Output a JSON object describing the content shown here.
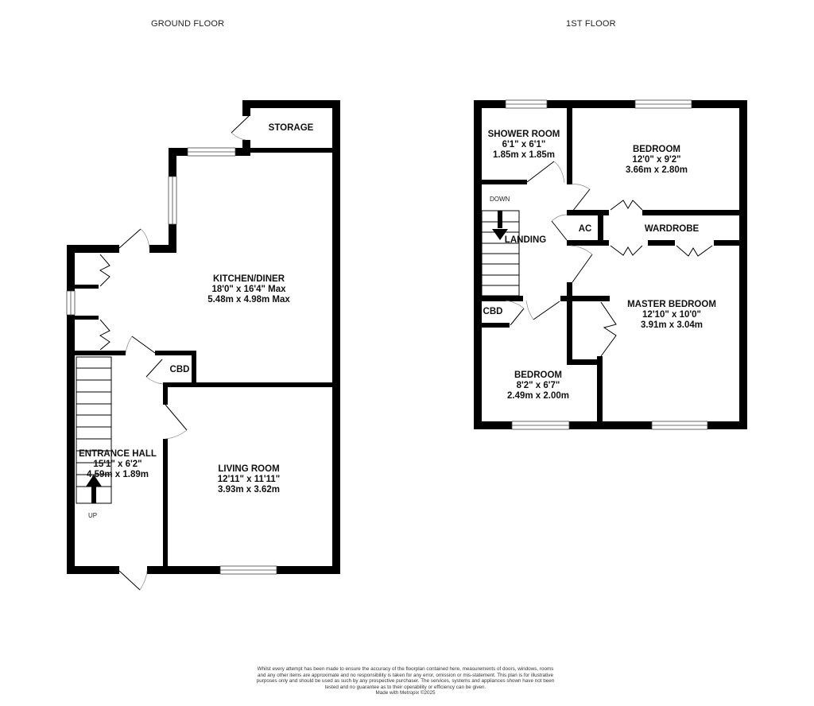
{
  "floors": {
    "ground": {
      "title": "GROUND FLOOR",
      "rooms": {
        "storage": {
          "name": "STORAGE"
        },
        "kitchen": {
          "name": "KITCHEN/DINER",
          "imperial": "18'0\"  x 16'4\" Max",
          "metric": "5.48m  x 4.98m Max"
        },
        "cbd": {
          "name": "CBD"
        },
        "entrance_hall": {
          "name": "ENTRANCE HALL",
          "imperial": "15'1\"  x 6'2\"",
          "metric": "4.59m  x 1.89m"
        },
        "living_room": {
          "name": "LIVING ROOM",
          "imperial": "12'11\"  x 11'11\"",
          "metric": "3.93m  x 3.62m"
        }
      },
      "stair_label": "UP"
    },
    "first": {
      "title": "1ST FLOOR",
      "rooms": {
        "shower_room": {
          "name": "SHOWER ROOM",
          "imperial": "6'1\"  x 6'1\"",
          "metric": "1.85m  x 1.85m"
        },
        "bedroom_front": {
          "name": "BEDROOM",
          "imperial": "12'0\"  x 9'2\"",
          "metric": "3.66m  x 2.80m"
        },
        "ac": {
          "name": "AC"
        },
        "wardrobe": {
          "name": "WARDROBE"
        },
        "landing": {
          "name": "LANDING"
        },
        "cbd": {
          "name": "CBD"
        },
        "master_bedroom": {
          "name": "MASTER BEDROOM",
          "imperial": "12'10\"  x 10'0\"",
          "metric": "3.91m  x 3.04m"
        },
        "bedroom_small": {
          "name": "BEDROOM",
          "imperial": "8'2\"  x 6'7\"",
          "metric": "2.49m  x 2.00m"
        }
      },
      "stair_label": "DOWN"
    }
  },
  "disclaimer": {
    "text": "Whilst every attempt has been made to ensure the accuracy of the floorplan contained here, measurements of doors, windows, rooms and any other items are approximate and no responsibility is taken for any error, omission or mis-statement. This plan is for illustrative purposes only and should be used as such by any prospective purchaser. The services, systems and appliances shown have not been tested and no guarantee as to their operability or efficiency can be given.",
    "credit": "Made with Metropix ©2025"
  },
  "colors": {
    "wall": "#000000",
    "background": "#ffffff",
    "window": "#ffffff"
  }
}
